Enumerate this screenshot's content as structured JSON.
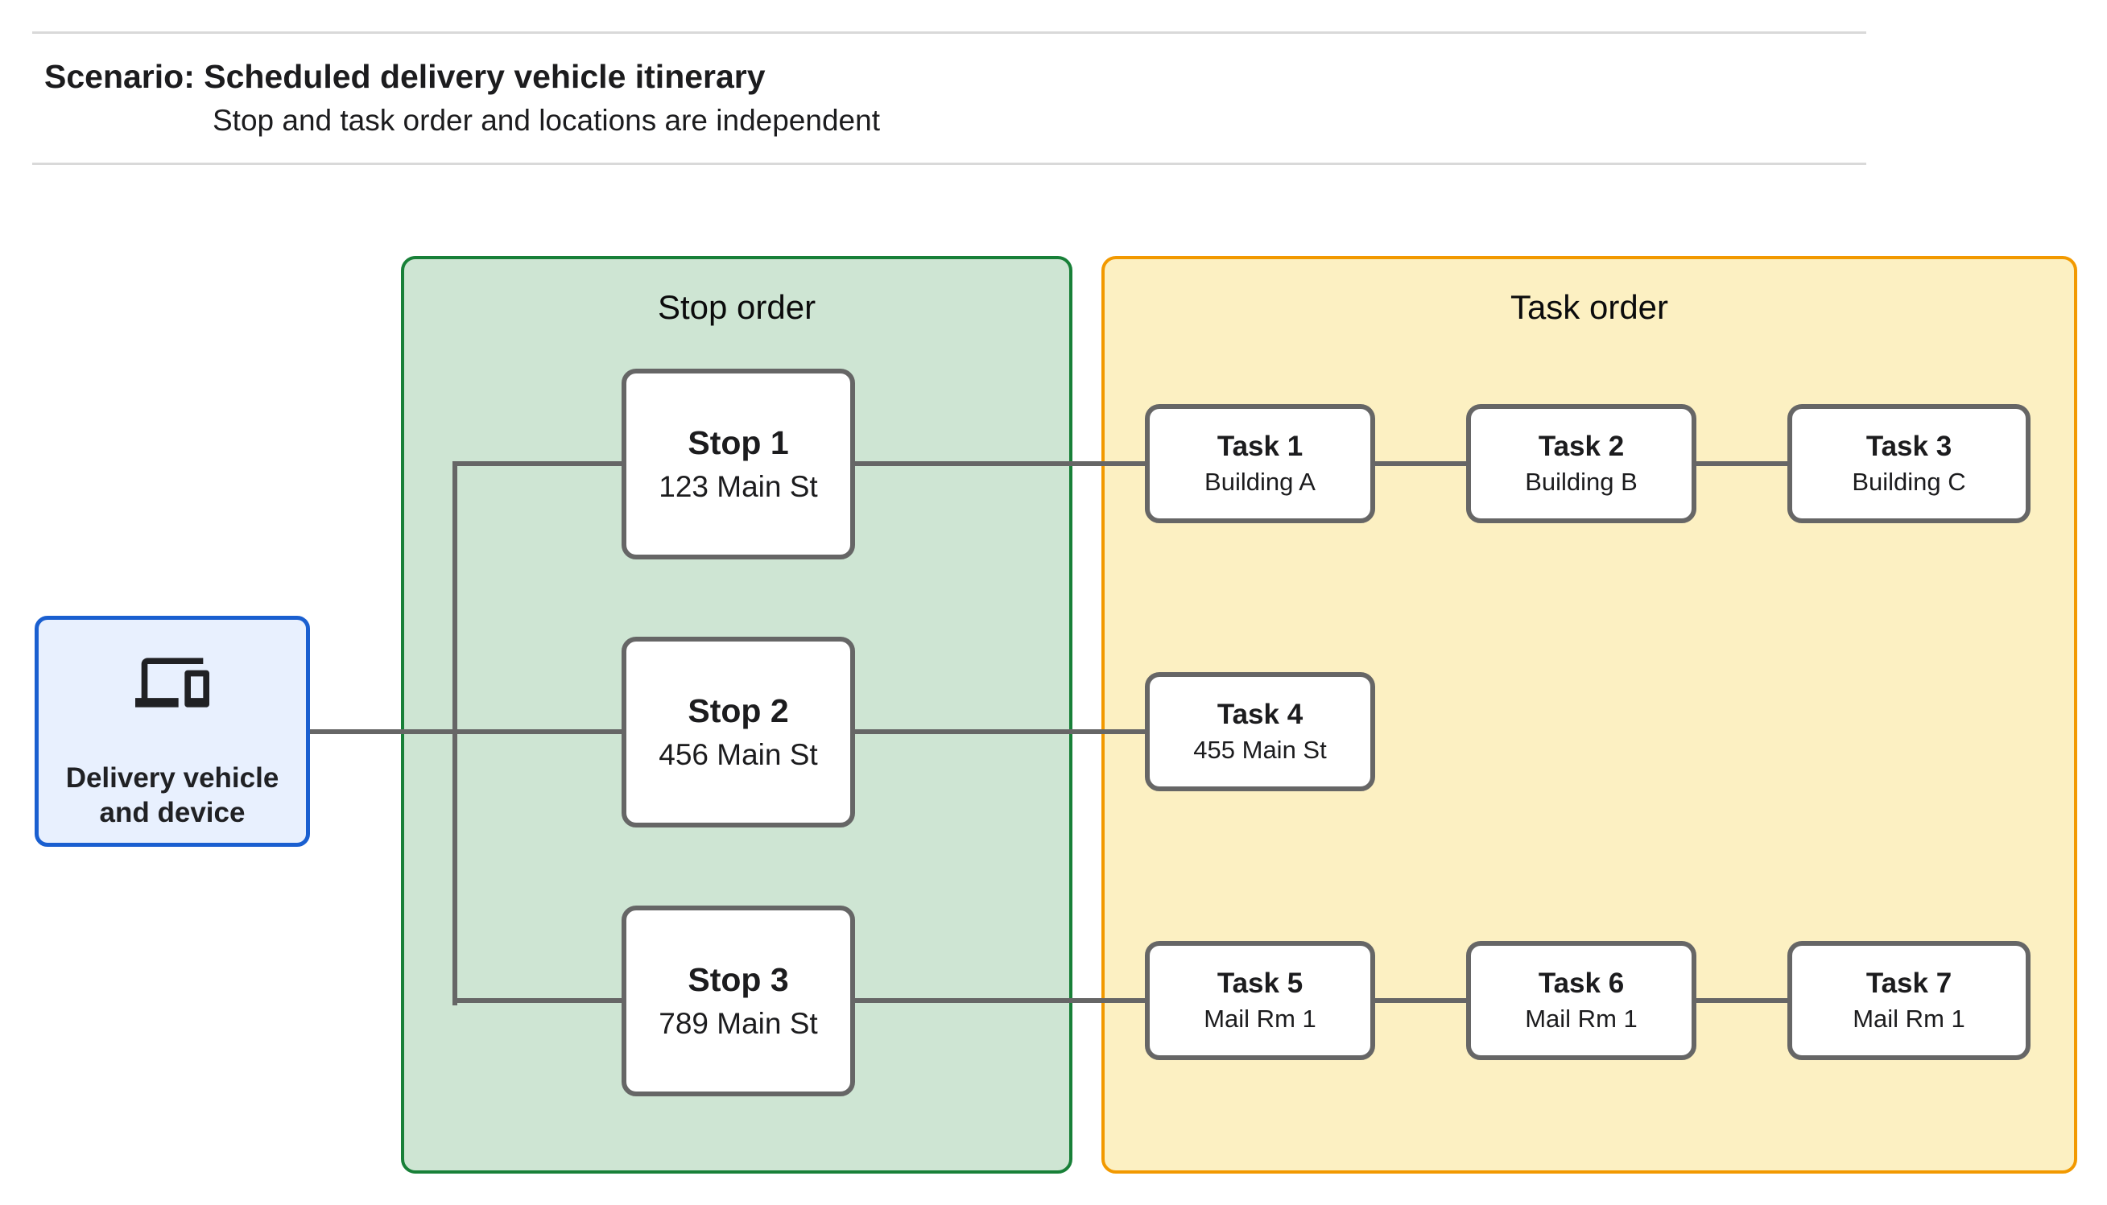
{
  "header": {
    "title": "Scenario: Scheduled delivery vehicle itinerary",
    "subtitle": "Stop and task order and locations are independent"
  },
  "source": {
    "label": "Delivery vehicle and device",
    "icon": "devices-icon"
  },
  "panels": {
    "stop": {
      "title": "Stop order"
    },
    "task": {
      "title": "Task order"
    }
  },
  "stops": [
    {
      "title": "Stop 1",
      "location": "123 Main St"
    },
    {
      "title": "Stop 2",
      "location": "456 Main St"
    },
    {
      "title": "Stop 3",
      "location": "789 Main St"
    }
  ],
  "tasks": [
    {
      "title": "Task 1",
      "location": "Building A"
    },
    {
      "title": "Task 2",
      "location": "Building B"
    },
    {
      "title": "Task 3",
      "location": "Building C"
    },
    {
      "title": "Task 4",
      "location": "455 Main St"
    },
    {
      "title": "Task 5",
      "location": "Mail Rm 1"
    },
    {
      "title": "Task 6",
      "location": "Mail Rm 1"
    },
    {
      "title": "Task 7",
      "location": "Mail Rm 1"
    }
  ],
  "colors": {
    "green_fill": "#CEE5D3",
    "green_border": "#188038",
    "yellow_fill": "#FCF0C2",
    "yellow_border": "#F29900",
    "blue_fill": "#E8F0FE",
    "blue_border": "#1A5FD0",
    "line_gray": "#666666",
    "rule_gray": "#D9D9D9",
    "text": "#1C1C1E"
  }
}
